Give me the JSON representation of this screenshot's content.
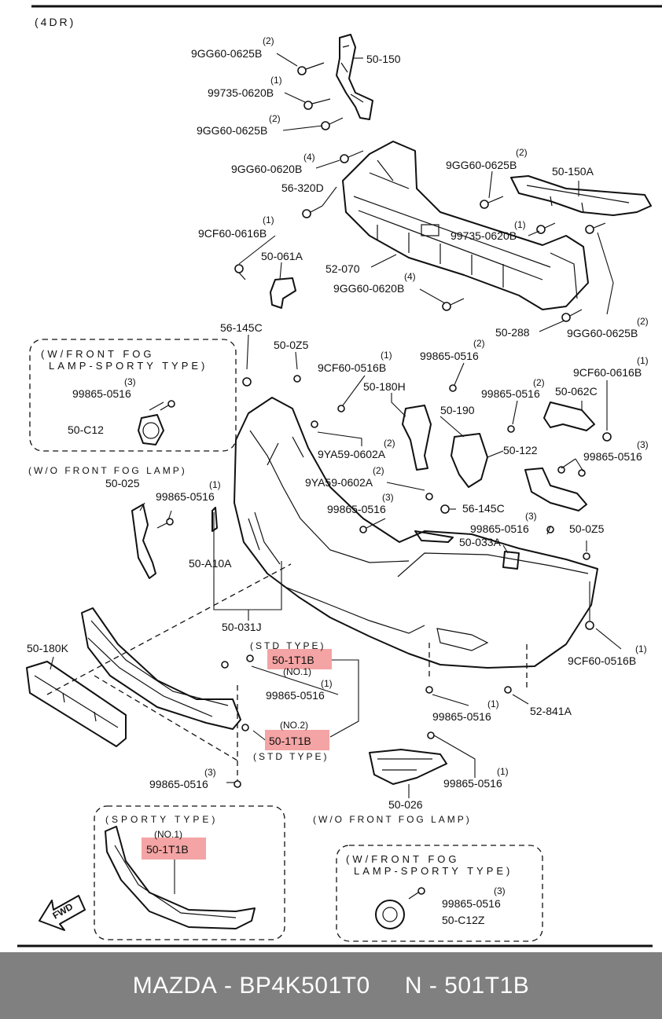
{
  "variant": "(4DR)",
  "labels": {
    "bolt_top_1": {
      "qty": "(2)",
      "code": "9GG60-0625B"
    },
    "bracket_50_150": {
      "code": "50-150"
    },
    "bolt_top_2": {
      "qty": "(1)",
      "code": "99735-0620B"
    },
    "bolt_top_3": {
      "qty": "(2)",
      "code": "9GG60-0625B"
    },
    "bolt_0620b_a": {
      "qty": "(4)",
      "code": "9GG60-0620B"
    },
    "part_56_320d": {
      "code": "56-320D"
    },
    "bolt_0625b_r1": {
      "qty": "(2)",
      "code": "9GG60-0625B"
    },
    "bracket_50_150a": {
      "code": "50-150A"
    },
    "bolt_0620b_r": {
      "qty": "(1)",
      "code": "99735-0620B"
    },
    "screw_0616b_l": {
      "qty": "(1)",
      "code": "9CF60-0616B"
    },
    "bracket_50_061a": {
      "code": "50-061A"
    },
    "reinforcement_52_070": {
      "code": "52-070"
    },
    "bolt_0620b_b": {
      "qty": "(4)",
      "code": "9GG60-0620B"
    },
    "part_50_288": {
      "code": "50-288"
    },
    "bolt_0625b_r2": {
      "qty": "(2)",
      "code": "9GG60-0625B"
    },
    "part_56_145c_a": {
      "code": "56-145C"
    },
    "clip_50_0z5_a": {
      "code": "50-0Z5"
    },
    "screw_0516b": {
      "qty": "(1)",
      "code": "9CF60-0516B"
    },
    "screw_99865_a": {
      "qty": "(2)",
      "code": "99865-0516"
    },
    "screw_0616b_r": {
      "qty": "(1)",
      "code": "9CF60-0616B"
    },
    "fog_box_1_title": {
      "code": "(W/FRONT FOG\nLAMP-SPORTY TYPE)"
    },
    "screw_99865_fog1": {
      "qty": "(3)",
      "code": "99865-0516"
    },
    "fog_50_c12": {
      "code": "50-C12"
    },
    "bracket_50_180h": {
      "code": "50-180H"
    },
    "bracket_50_190": {
      "code": "50-190"
    },
    "screw_99865_b": {
      "qty": "(2)",
      "code": "99865-0516"
    },
    "bracket_50_062c": {
      "code": "50-062C"
    },
    "bolt_9ya59_a": {
      "qty": "(2)",
      "code": "9YA59-0602A"
    },
    "bracket_50_122": {
      "code": "50-122"
    },
    "screw_99865_c": {
      "qty": "(3)",
      "code": "99865-0516"
    },
    "wo_fog_title": {
      "code": "(W/O FRONT FOG LAMP)"
    },
    "cover_50_025": {
      "code": "50-025"
    },
    "screw_99865_d": {
      "qty": "(1)",
      "code": "99865-0516"
    },
    "bolt_9ya59_b": {
      "qty": "(2)",
      "code": "9YA59-0602A"
    },
    "part_56_145c_b": {
      "code": "56-145C"
    },
    "screw_99865_e": {
      "qty": "(3)",
      "code": "99865-0516"
    },
    "screw_99865_f": {
      "qty": "(3)",
      "code": "99865-0516"
    },
    "clip_50_0z5_b": {
      "code": "50-0Z5"
    },
    "part_50_033a": {
      "code": "50-033A"
    },
    "part_50_a10a": {
      "code": "50-A10A"
    },
    "bumper_50_031j": {
      "code": "50-031J"
    },
    "plate_50_180k": {
      "code": "50-180K"
    },
    "std_type_1": {
      "code": "(STD TYPE)"
    },
    "grille_std_no1": {
      "qty": "(NO.1)",
      "code": "50-1T1B"
    },
    "screw_99865_g": {
      "qty": "(1)",
      "code": "99865-0516"
    },
    "screw_0516b_r": {
      "qty": "(1)",
      "code": "9CF60-0516B"
    },
    "screw_99865_h": {
      "qty": "(1)",
      "code": "99865-0516"
    },
    "part_52_841a": {
      "code": "52-841A"
    },
    "grille_std_no2": {
      "qty": "(NO.2)",
      "code": "50-1T1B"
    },
    "std_type_2": {
      "code": "(STD TYPE)"
    },
    "screw_99865_i": {
      "qty": "(3)",
      "code": "99865-0516"
    },
    "screw_99865_j": {
      "qty": "(1)",
      "code": "99865-0516"
    },
    "cover_50_026": {
      "code": "50-026"
    },
    "wo_fog_title_2": {
      "code": "(W/O FRONT FOG LAMP)"
    },
    "sporty_title": {
      "code": "(SPORTY TYPE)"
    },
    "grille_sporty_no1": {
      "qty": "(NO.1)",
      "code": "50-1T1B"
    },
    "fwd_arrow": {
      "code": "FWD"
    },
    "fog_box_2_title": {
      "code": "(W/FRONT FOG\nLAMP-SPORTY TYPE)"
    },
    "screw_99865_fog2": {
      "qty": "(3)",
      "code": "99865-0516"
    },
    "fog_50_c12z": {
      "code": "50-C12Z"
    }
  },
  "footer": {
    "brand": "MAZDA",
    "part_number": "BP4K501T0",
    "reference": "N - 501T1B",
    "separator": " - "
  },
  "colors": {
    "highlight": "#f4a4a4",
    "footer_bg": "#808080",
    "ink": "#111111"
  }
}
